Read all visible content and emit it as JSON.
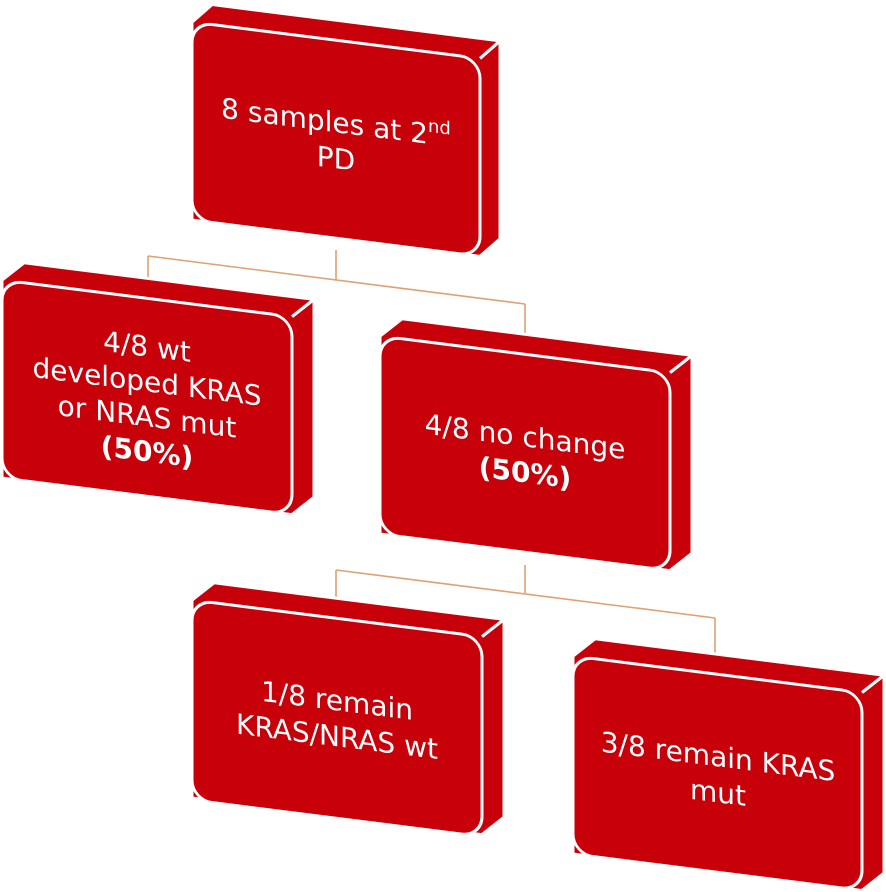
{
  "title": "Mutation status at 2nd progression",
  "colors": {
    "box": "#c8000a",
    "connector": "#e0a070",
    "text": "#ffffff"
  },
  "nodes": {
    "root": {
      "line1": "8 samples at 2",
      "sup": "nd",
      "line2": "PD"
    },
    "developed": {
      "line1": "4/8 wt",
      "line2": "developed KRAS",
      "line3": "or NRAS mut",
      "pct": "(50%)"
    },
    "no_change": {
      "line1": "4/8 no change",
      "pct": "(50%)"
    },
    "remain_wt": {
      "line1": "1/8 remain",
      "line2": "KRAS/NRAS wt"
    },
    "remain_mut": {
      "line1": "3/8 remain KRAS",
      "line2": "mut"
    }
  }
}
